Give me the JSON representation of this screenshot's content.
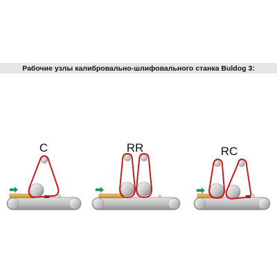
{
  "title": "Рабочие узлы калибровально-шлифовального станка Buldog 3:",
  "units": [
    {
      "id": "C",
      "label": "C"
    },
    {
      "id": "RR",
      "label": "RR"
    },
    {
      "id": "RC",
      "label": "RC"
    }
  ],
  "colors": {
    "belt": "#c8181e",
    "roller_light": "#f4f4f4",
    "roller_dark": "#8a8a8a",
    "conveyor": "#b9b9b9",
    "workpiece": "#d9a441",
    "feed_arrow": "#2a9a5a",
    "title_bar": "#e6e6e6"
  }
}
